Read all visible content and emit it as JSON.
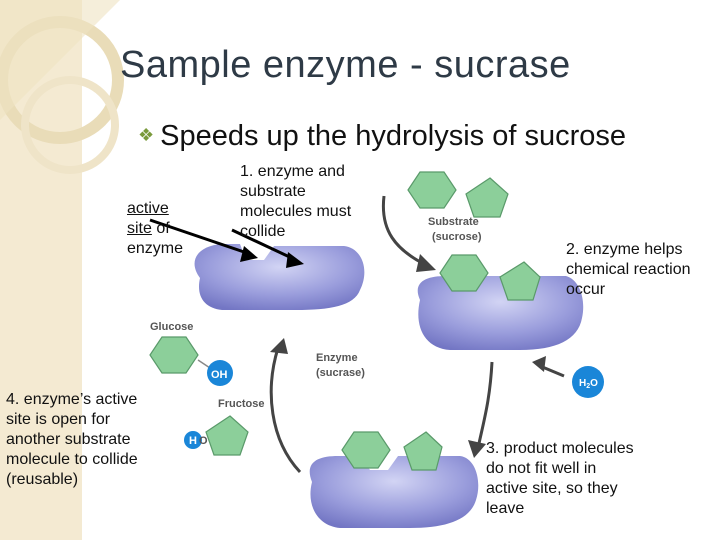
{
  "slide": {
    "title": "Sample enzyme - sucrase",
    "bullet": "Speeds up the hydrolysis of sucrose"
  },
  "notes": {
    "active_site_1": "active",
    "active_site_2": "site",
    "active_site_3": " of",
    "active_site_4": "enzyme",
    "step1_1": "1. enzyme and",
    "step1_2": "substrate",
    "step1_3": "molecules must",
    "step1_4": "collide",
    "step2_1": "2. enzyme helps",
    "step2_2": "chemical reaction",
    "step2_3": "occur",
    "step3_1": "3. product molecules",
    "step3_2": "do not fit well in",
    "step3_3": "active site, so they",
    "step3_4": "leave",
    "step4_1": "4. enzyme’s active",
    "step4_2": "site is open for",
    "step4_3": "another substrate",
    "step4_4": "molecule to collide",
    "step4_5": "(reusable)"
  },
  "figure": {
    "substrate_label_1": "Substrate",
    "substrate_label_2": "(sucrose)",
    "enzyme_label_1": "Enzyme",
    "enzyme_label_2": "(sucrase)",
    "glucose_label": "Glucose",
    "fructose_label": "Fructose",
    "oh_label": "OH",
    "h_label": "H",
    "o_label": "O",
    "water_h": "H",
    "water_2": "2",
    "water_o": "O"
  },
  "colors": {
    "enzyme_fill": "#8f92d6",
    "molecule_fill": "#8ccf9a",
    "ion_blue": "#1a86d8",
    "title_text": "#2e3a46",
    "bullet_accent": "#7a9a3c"
  }
}
